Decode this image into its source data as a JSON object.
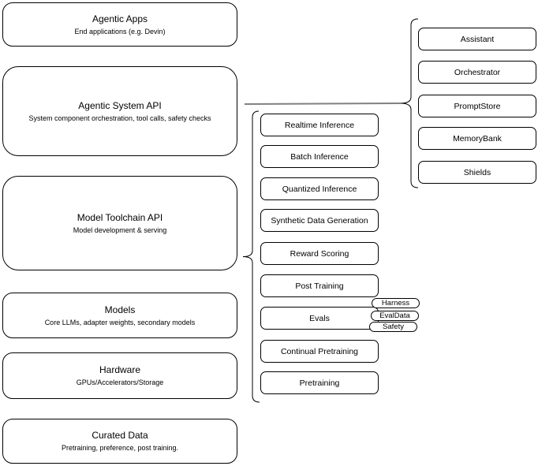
{
  "left_column": {
    "boxes": [
      {
        "title": "Agentic Apps",
        "subtitle": "End applications (e.g. Devin)"
      },
      {
        "title": "Agentic System API",
        "subtitle": "System component orchestration, tool calls, safety checks"
      },
      {
        "title": "Model Toolchain API",
        "subtitle": "Model development & serving"
      },
      {
        "title": "Models",
        "subtitle": "Core LLMs, adapter weights, secondary models"
      },
      {
        "title": "Hardware",
        "subtitle": "GPUs/Accelerators/Storage"
      },
      {
        "title": "Curated Data",
        "subtitle": "Pretraining, preference, post training."
      }
    ]
  },
  "toolchain_group": {
    "items": [
      {
        "label": "Realtime Inference"
      },
      {
        "label": "Batch Inference"
      },
      {
        "label": "Quantized Inference"
      },
      {
        "label": "Synthetic Data Generation"
      },
      {
        "label": "Reward Scoring"
      },
      {
        "label": "Post Training"
      },
      {
        "label": "Evals"
      },
      {
        "label": "Continual Pretraining"
      },
      {
        "label": "Pretraining"
      }
    ],
    "evals_tags": [
      {
        "label": "Harness"
      },
      {
        "label": "EvalData"
      },
      {
        "label": "Safety"
      }
    ]
  },
  "system_group": {
    "items": [
      {
        "label": "Assistant"
      },
      {
        "label": "Orchestrator"
      },
      {
        "label": "PromptStore"
      },
      {
        "label": "MemoryBank"
      },
      {
        "label": "Shields"
      }
    ]
  },
  "colors": {
    "stroke": "#000000",
    "connector_line": "#808080",
    "background": "#ffffff"
  }
}
